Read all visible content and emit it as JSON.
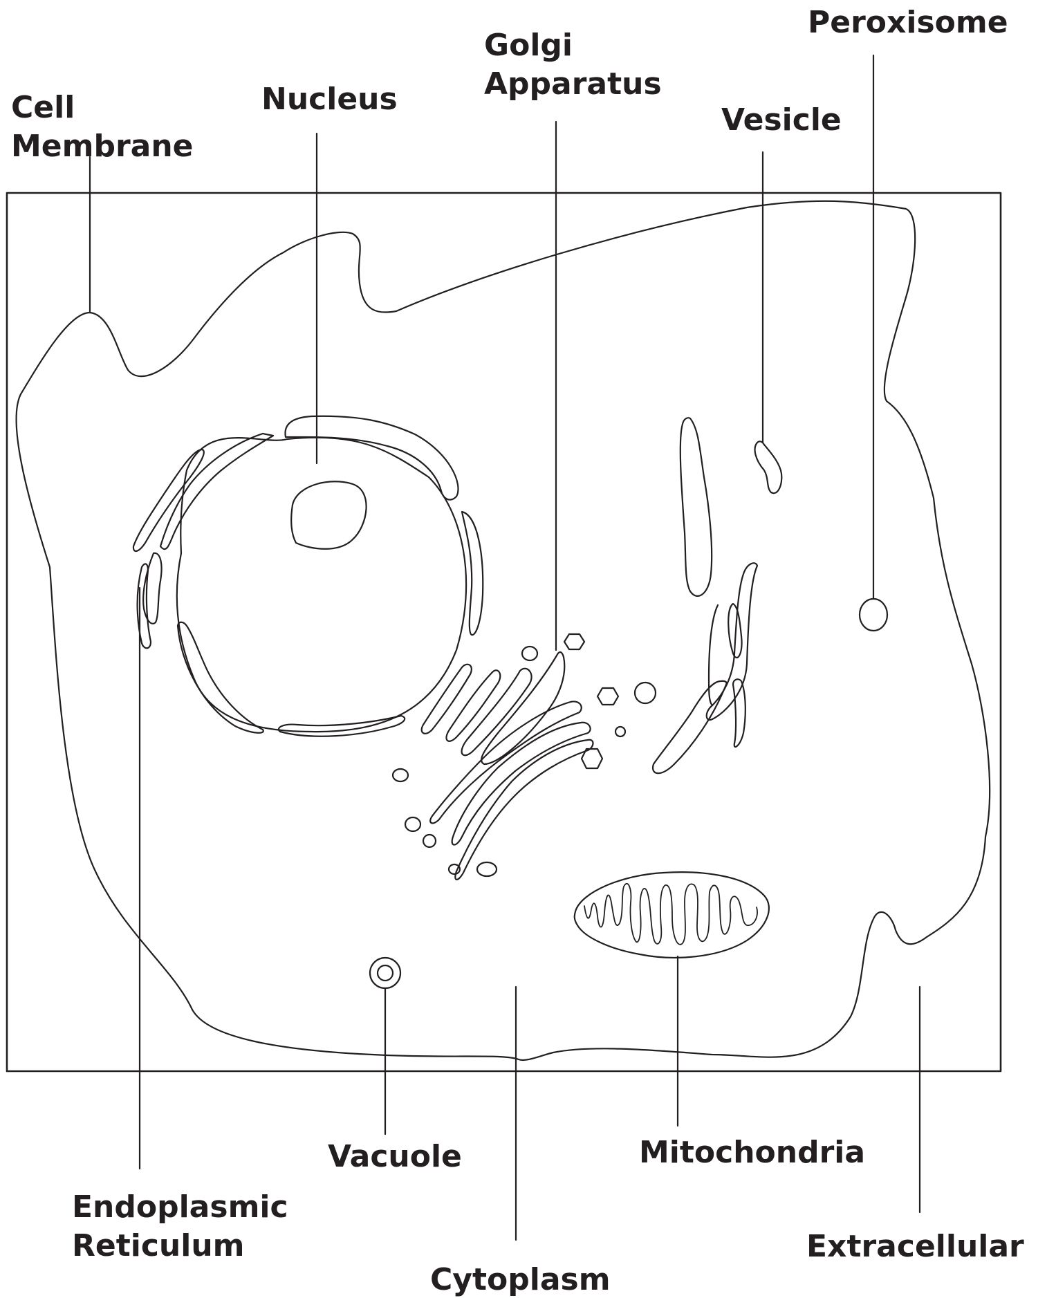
{
  "diagram": {
    "labels": {
      "cell_membrane": [
        "Cell",
        "Membrane"
      ],
      "nucleus": "Nucleus",
      "golgi": [
        "Golgi",
        "Apparatus"
      ],
      "vesicle": "Vesicle",
      "peroxisome": "Peroxisome",
      "endoplasmic_reticulum": [
        "Endoplasmic",
        "Reticulum"
      ],
      "vacuole": "Vacuole",
      "cytoplasm": "Cytoplasm",
      "mitochondria": "Mitochondria",
      "extracellular": "Extracellular"
    },
    "colors": {
      "line": "#231f20",
      "fill": "#ffffff",
      "text": "#231f20"
    }
  }
}
